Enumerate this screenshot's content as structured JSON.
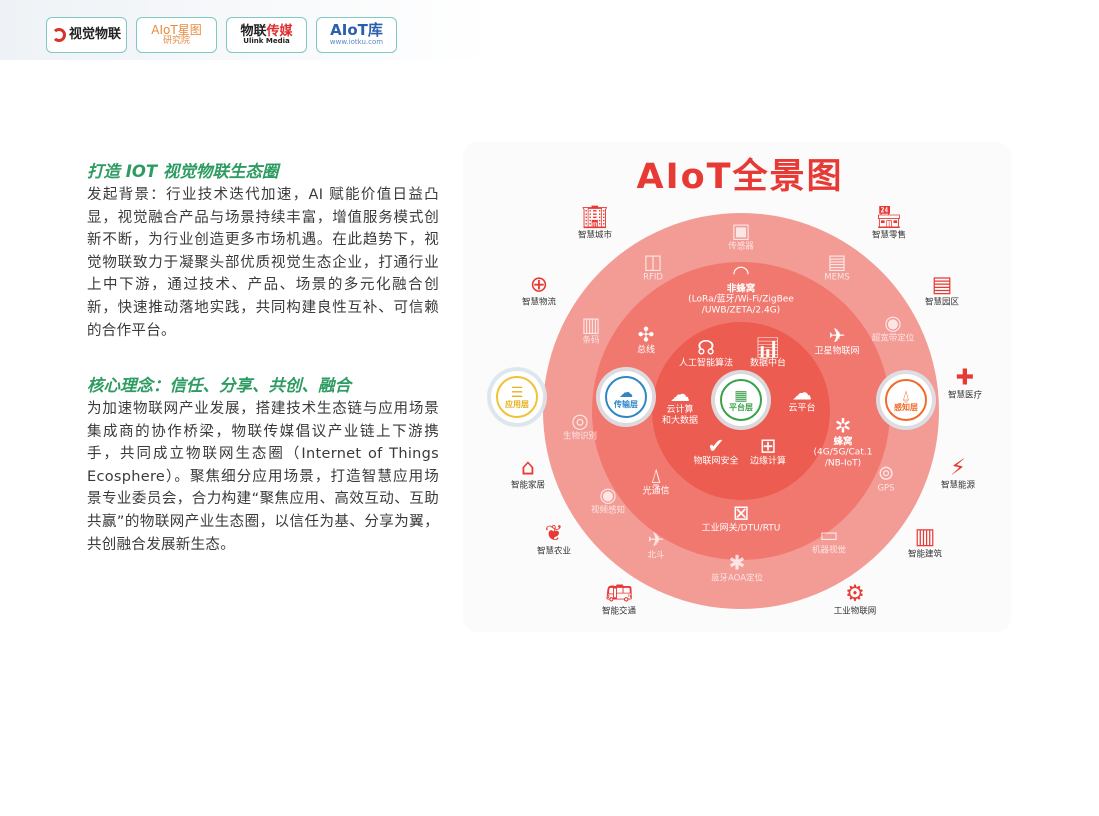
{
  "header": {
    "logos": [
      {
        "name": "视觉物联"
      },
      {
        "name": "AIoT星图",
        "sub": "研究院"
      },
      {
        "name_black": "物联",
        "name_red": "传媒",
        "sub": "Ulink Media"
      },
      {
        "name": "AIoT库",
        "sub": "www.iotku.com"
      }
    ]
  },
  "section1": {
    "title": "打造 IOT 视觉物联生态圈",
    "body": "发起背景：行业技术迭代加速，AI 赋能价值日益凸显，视觉融合产品与场景持续丰富，增值服务模式创新不断，为行业创造更多市场机遇。在此趋势下，视觉物联致力于凝聚头部优质视觉生态企业，打通行业上中下游，通过技术、产品、场景的多元化融合创新，快速推动落地实践，共同构建良性互补、可信赖的合作平台。"
  },
  "section2": {
    "title": "核心理念：信任、分享、共创、融合",
    "body": "为加速物联网产业发展，搭建技术生态链与应用场景集成商的协作桥梁，物联传媒倡议产业链上下游携手，共同成立物联网生态圈（Internet of Things Ecosphere）。聚焦细分应用场景，打造智慧应用场景专业委员会，合力构建“聚焦应用、高效互动、互助共赢”的物联网产业生态圈，以信任为基、分享为翼，共创融合发展新生态。"
  },
  "diagram": {
    "title": "AIoT全景图",
    "colors": {
      "outer": "#f39b95",
      "middle": "#f1786f",
      "inner": "#ec5c50",
      "title": "#e83a35"
    },
    "layers": {
      "application": "应用层",
      "transport": "传输层",
      "platform": "平台层",
      "perception": "感知层"
    },
    "applications": [
      {
        "label": "智慧城市",
        "icon": "building-icon"
      },
      {
        "label": "智慧零售",
        "icon": "store-icon"
      },
      {
        "label": "智慧物流",
        "icon": "globe-icon"
      },
      {
        "label": "智慧园区",
        "icon": "park-icon"
      },
      {
        "label": "智慧医疗",
        "icon": "medical-cross-icon"
      },
      {
        "label": "智能家居",
        "icon": "lamp-icon"
      },
      {
        "label": "智慧能源",
        "icon": "energy-icon"
      },
      {
        "label": "智慧农业",
        "icon": "leaf-icon"
      },
      {
        "label": "智能建筑",
        "icon": "construction-icon"
      },
      {
        "label": "智能交通",
        "icon": "bus-icon"
      },
      {
        "label": "工业物联网",
        "icon": "gears-icon"
      }
    ],
    "perception_ring": [
      {
        "label": "传感器",
        "icon": "sensor-icon"
      },
      {
        "label": "RFID",
        "icon": "rfid-icon"
      },
      {
        "label": "MEMS",
        "icon": "chip-icon"
      },
      {
        "label": "条码",
        "icon": "barcode-icon"
      },
      {
        "label": "超宽带定位",
        "icon": "location-pin-icon"
      },
      {
        "label": "生物识别",
        "icon": "fingerprint-icon"
      },
      {
        "label": "GPS",
        "icon": "gps-icon"
      },
      {
        "label": "视频感知",
        "icon": "eye-icon"
      },
      {
        "label": "北斗",
        "icon": "satellite-icon"
      },
      {
        "label": "机器视觉",
        "icon": "monitor-chart-icon"
      },
      {
        "label": "蓝牙AOA定位",
        "icon": "bluetooth-icon"
      }
    ],
    "transport_ring": [
      {
        "label": "非蜂窝",
        "sub1": "(LoRa/蓝牙/Wi-Fi/ZigBee",
        "sub2": "/UWB/ZETA/2.4G)",
        "icon": "wifi-icon"
      },
      {
        "label": "总线",
        "icon": "bus-network-icon"
      },
      {
        "label": "卫星物联网",
        "icon": "satellite-icon"
      },
      {
        "label": "蜂窝",
        "sub1": "(4G/5G/Cat.1",
        "sub2": "/NB-IoT)",
        "icon": "hexagon-network-icon"
      },
      {
        "label": "光通信",
        "icon": "antenna-icon"
      },
      {
        "label": "工业网关/DTU/RTU",
        "icon": "gateway-icon"
      }
    ],
    "platform_ring": [
      {
        "label": "人工智能算法",
        "icon": "ai-head-icon"
      },
      {
        "label": "数据中台",
        "icon": "bar-chart-icon"
      },
      {
        "label": "云计算",
        "label2": "和大数据",
        "icon": "cloud-data-icon"
      },
      {
        "label": "云平台",
        "icon": "cloud-platform-icon"
      },
      {
        "label": "物联网安全",
        "icon": "shield-check-icon"
      },
      {
        "label": "边缘计算",
        "icon": "edge-compute-icon"
      }
    ]
  }
}
